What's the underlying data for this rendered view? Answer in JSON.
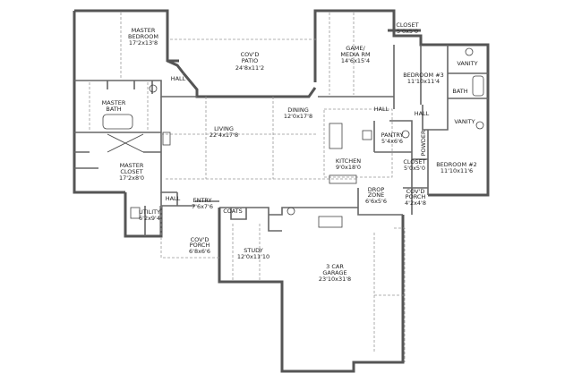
{
  "rooms": {
    "master_bedroom": {
      "name": "MASTER",
      "name2": "BEDROOM",
      "dims": "17'2x13'8"
    },
    "patio": {
      "name": "COV'D",
      "name2": "PATIO",
      "dims": "24'8x11'2"
    },
    "hall_master": {
      "name": "HALL"
    },
    "master_bath": {
      "name": "MASTER",
      "name2": "BATH"
    },
    "living": {
      "name": "LIVING",
      "dims": "22'4x17'8"
    },
    "dining": {
      "name": "DINING",
      "dims": "12'0x17'8"
    },
    "master_closet": {
      "name": "MASTER",
      "name2": "CLOSET",
      "dims": "17'2x8'0"
    },
    "game_room": {
      "name": "GAME/",
      "name2": "MEDIA RM",
      "dims": "14'6x15'4"
    },
    "closet_top": {
      "name": "CLOSET",
      "dims": "5'0x5'0"
    },
    "bedroom3": {
      "name": "BEDROOM #3",
      "dims": "11'10x11'4"
    },
    "vanity1": {
      "name": "VANITY"
    },
    "bath": {
      "name": "BATH"
    },
    "vanity2": {
      "name": "VANITY"
    },
    "hall_kitchen": {
      "name": "HALL"
    },
    "hall_bedrooms": {
      "name": "HALL"
    },
    "pantry": {
      "name": "PANTRY",
      "dims": "5'4x6'6"
    },
    "powder": {
      "name": "POWDER"
    },
    "kitchen": {
      "name": "KITCHEN",
      "dims": "9'0x18'0"
    },
    "closet_mid": {
      "name": "CLOSET",
      "dims": "5'0x5'0"
    },
    "bedroom2": {
      "name": "BEDROOM #2",
      "dims": "11'10x11'6"
    },
    "drop_zone": {
      "name": "DROP",
      "name2": "ZONE",
      "dims": "6'6x5'6"
    },
    "porch_side": {
      "name": "COV'D",
      "name2": "PORCH",
      "dims": "4'2x4'8"
    },
    "hall_entry": {
      "name": "HALL"
    },
    "entry": {
      "name": "ENTRY",
      "dims": "7'6x7'6"
    },
    "utility": {
      "name": "UTILITY",
      "dims": "6'2x9'4"
    },
    "coats": {
      "name": "COATS"
    },
    "porch_front": {
      "name": "COV'D",
      "name2": "PORCH",
      "dims": "6'8x6'6"
    },
    "study": {
      "name": "STUDY",
      "dims": "12'0x11'10"
    },
    "garage": {
      "name": "3 CAR",
      "name2": "GARAGE",
      "dims": "23'10x31'8"
    }
  }
}
